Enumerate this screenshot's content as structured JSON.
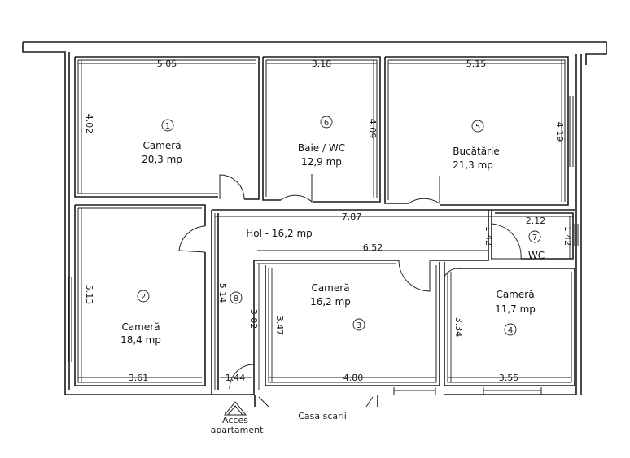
{
  "rooms": {
    "r1": {
      "number": "1",
      "name": "Cameră",
      "area": "20,3 mp"
    },
    "r2": {
      "number": "2",
      "name": "Cameră",
      "area": "18,4 mp"
    },
    "r3": {
      "number": "3",
      "name": "Cameră",
      "area": "16,2 mp"
    },
    "r4": {
      "number": "4",
      "name": "Cameră",
      "area": "11,7 mp"
    },
    "r5": {
      "number": "5",
      "name": "Bucătărie",
      "area": "21,3 mp"
    },
    "r6": {
      "number": "6",
      "name": "Baie / WC",
      "area": "12,9 mp"
    },
    "r7": {
      "number": "7",
      "name": "WC"
    },
    "r8": {
      "number": "8"
    },
    "hol": {
      "label": "Hol - 16,2 mp"
    }
  },
  "dimensions": {
    "d505": "5.05",
    "d318": "3.18",
    "d515": "5.15",
    "d402": "4.02",
    "d409": "4.09",
    "d419": "4.19",
    "d787": "7.87",
    "d212": "2.12",
    "d142a": "1.42",
    "d142b": "1.42",
    "d652": "6.52",
    "d513": "5.13",
    "d514": "5.14",
    "d382": "3.82",
    "d347": "3.47",
    "d334": "3.34",
    "d361": "3.61",
    "d144": "1.44",
    "d480": "4.80",
    "d355": "3.55"
  },
  "labels": {
    "stairs": "Casa scarii",
    "access_line1": "Acces",
    "access_line2": "apartament"
  }
}
